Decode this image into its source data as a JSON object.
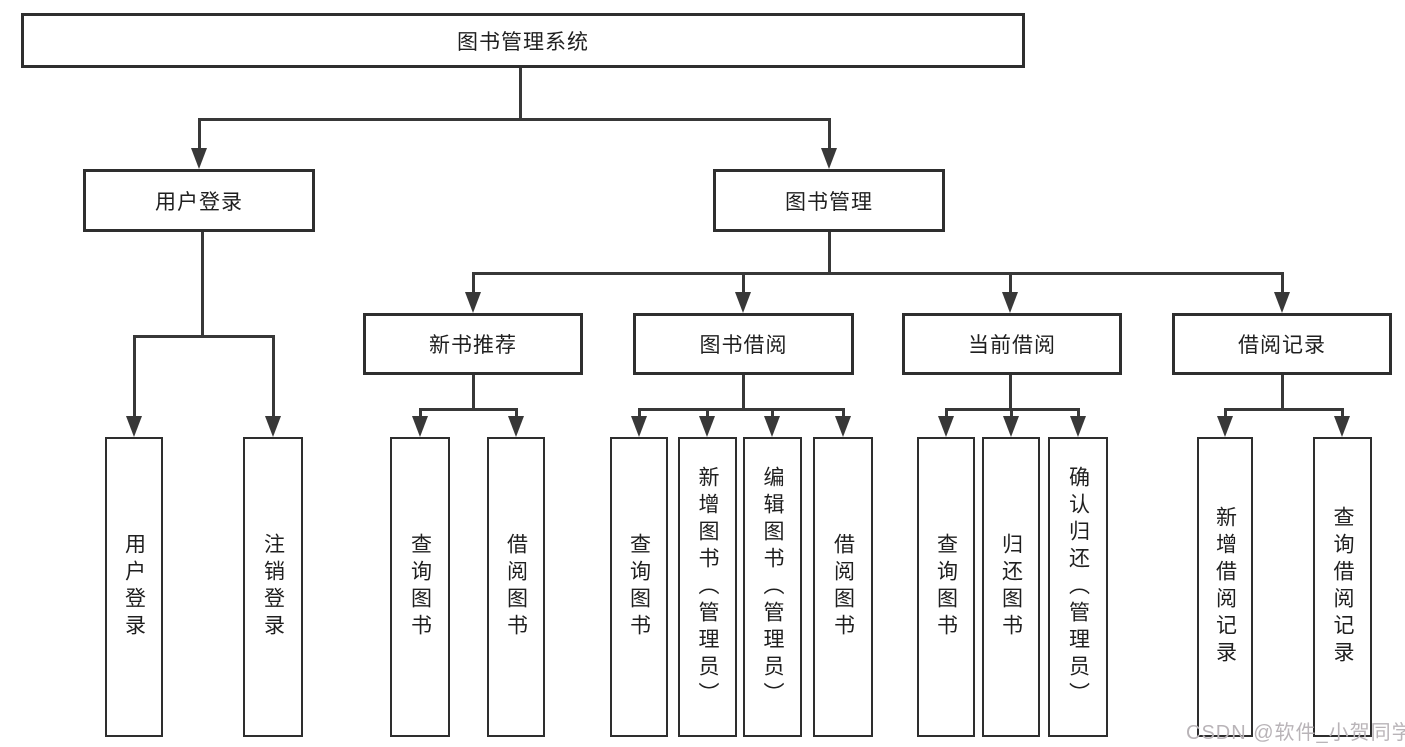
{
  "diagram_title": "图书管理系统",
  "tree": {
    "root": "图书管理系统",
    "branches": [
      {
        "label": "用户登录",
        "children": [
          {
            "label": "用户登录"
          },
          {
            "label": "注销登录"
          }
        ]
      },
      {
        "label": "图书管理",
        "children": [
          {
            "label": "新书推荐",
            "children": [
              {
                "label": "查询图书"
              },
              {
                "label": "借阅图书"
              }
            ]
          },
          {
            "label": "图书借阅",
            "children": [
              {
                "label": "查询图书"
              },
              {
                "label": "新增图书（管理员）"
              },
              {
                "label": "编辑图书（管理员）"
              },
              {
                "label": "借阅图书"
              }
            ]
          },
          {
            "label": "当前借阅",
            "children": [
              {
                "label": "查询图书"
              },
              {
                "label": "归还图书"
              },
              {
                "label": "确认归还（管理员）"
              }
            ]
          },
          {
            "label": "借阅记录",
            "children": [
              {
                "label": "新增借阅记录"
              },
              {
                "label": "查询借阅记录"
              }
            ]
          }
        ]
      }
    ]
  },
  "watermark": "CSDN @软件_小贺同学",
  "colors": {
    "background": "#ffffff",
    "box_border": "#2e2e2e",
    "line": "#383838",
    "text": "#1f1f1f",
    "watermark": "#b9b4b8"
  }
}
